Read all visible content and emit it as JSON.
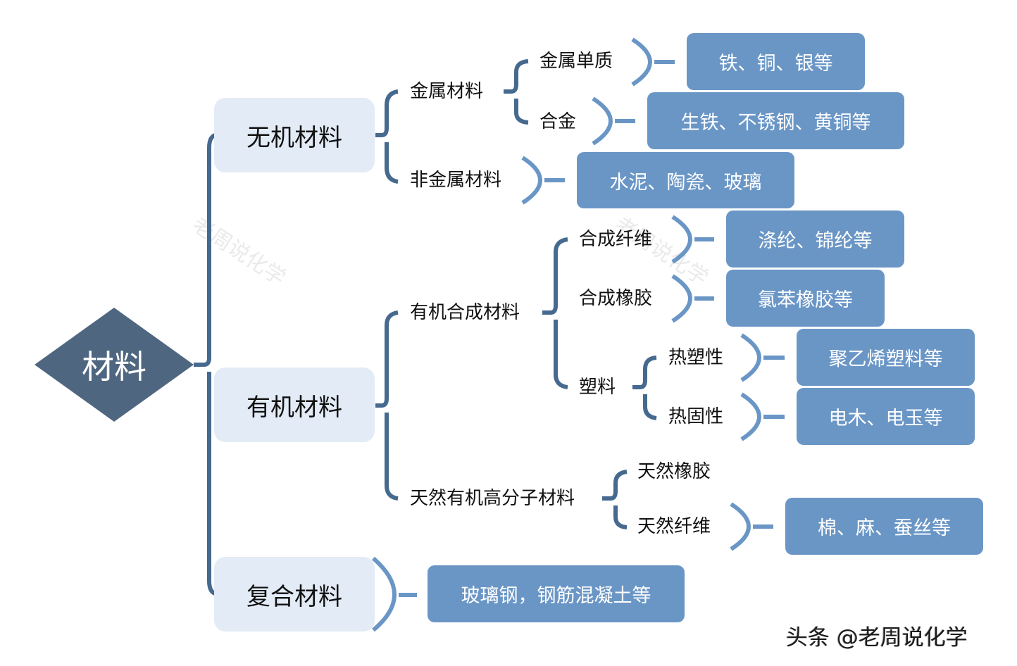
{
  "root": {
    "label": "材料",
    "color": "#4F6680"
  },
  "colors": {
    "bracket": "#46698F",
    "arc": "#6A96C6",
    "category_fill": "#E2EBF6",
    "leaf_fill": "#6A96C6"
  },
  "categories": [
    {
      "label": "无机材料",
      "children": [
        {
          "label": "金属材料",
          "children": [
            {
              "label": "金属单质",
              "examples": "铁、铜、银等"
            },
            {
              "label": "合金",
              "examples": "生铁、不锈钢、黄铜等"
            }
          ]
        },
        {
          "label": "非金属材料",
          "examples": "水泥、陶瓷、玻璃"
        }
      ]
    },
    {
      "label": "有机材料",
      "children": [
        {
          "label": "有机合成材料",
          "children": [
            {
              "label": "合成纤维",
              "examples": "涤纶、锦纶等"
            },
            {
              "label": "合成橡胶",
              "examples": "氯苯橡胶等"
            },
            {
              "label": "塑料",
              "children": [
                {
                  "label": "热塑性",
                  "examples": "聚乙烯塑料等"
                },
                {
                  "label": "热固性",
                  "examples": "电木、电玉等"
                }
              ]
            }
          ]
        },
        {
          "label": "天然有机高分子材料",
          "children": [
            {
              "label": "天然橡胶"
            },
            {
              "label": "天然纤维",
              "examples": "棉、麻、蚕丝等"
            }
          ]
        }
      ]
    },
    {
      "label": "复合材料",
      "examples": "玻璃钢，钢筋混凝土等"
    }
  ],
  "watermark": "老周说化学",
  "footer": "头条 @老周说化学"
}
